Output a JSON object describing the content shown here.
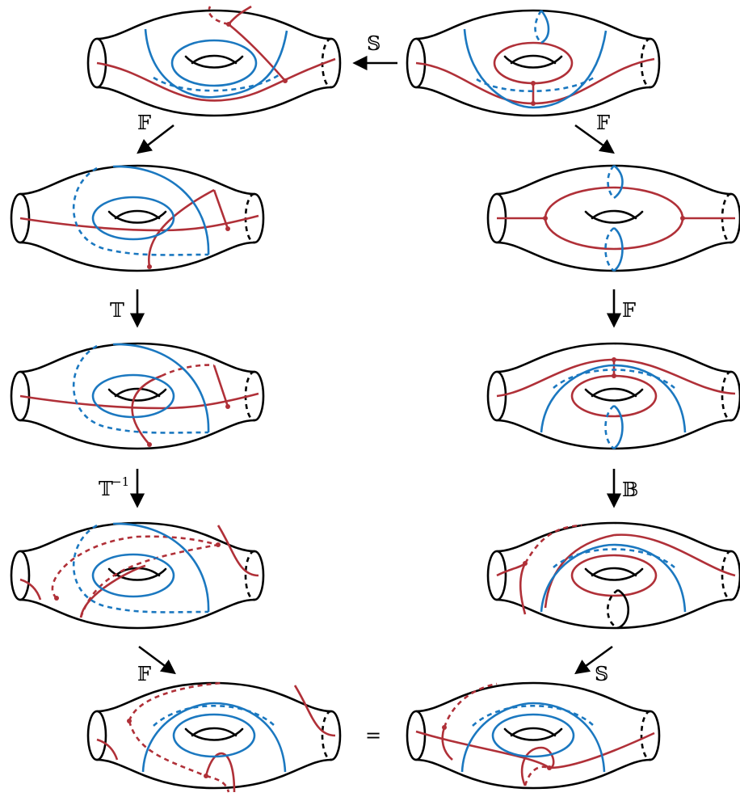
{
  "colors": {
    "outline": "#000000",
    "red_curve": "#b03038",
    "blue_curve": "#1b78c0"
  },
  "labels": {
    "top_S": "𝕊",
    "left_F1": "𝔽",
    "right_F1": "𝔽",
    "left_T": "𝕋",
    "right_F2": "𝔽",
    "left_Tinv": "𝕋",
    "left_Tinv_exp": "−1",
    "right_B": "𝔹",
    "left_F2": "𝔽",
    "right_S": "𝕊",
    "equals": "="
  },
  "surfaces": [
    {
      "id": "left-1"
    },
    {
      "id": "right-1"
    },
    {
      "id": "left-2"
    },
    {
      "id": "right-2"
    },
    {
      "id": "left-3"
    },
    {
      "id": "right-3"
    },
    {
      "id": "left-4"
    },
    {
      "id": "right-4"
    },
    {
      "id": "bottom-left"
    },
    {
      "id": "bottom-right"
    }
  ]
}
